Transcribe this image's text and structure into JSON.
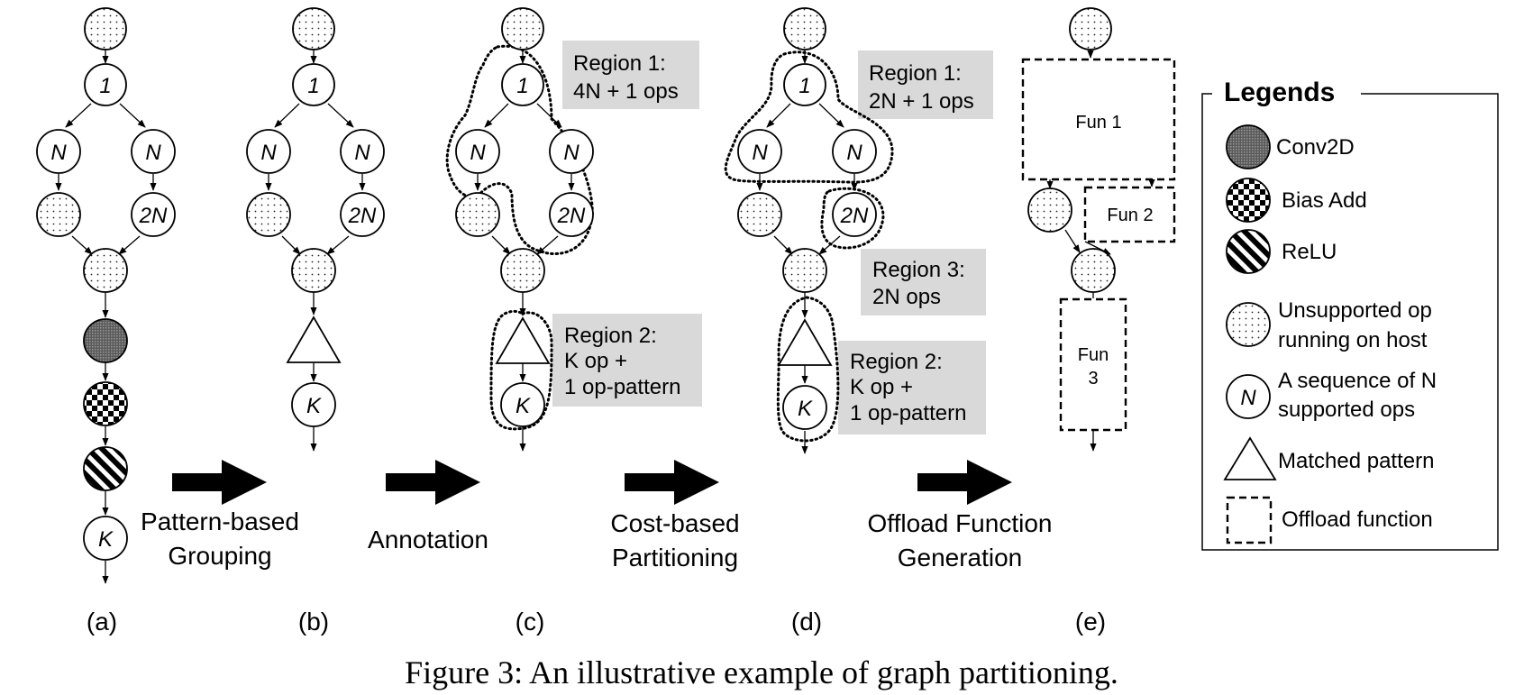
{
  "figure": {
    "caption": "Figure 3: An illustrative example of graph partitioning."
  },
  "nodes": {
    "one": "1",
    "n": "N",
    "two_n": "2N",
    "k": "K"
  },
  "steps": {
    "grouping_l1": "Pattern-based",
    "grouping_l2": "Grouping",
    "annotation": "Annotation",
    "partitioning_l1": "Cost-based",
    "partitioning_l2": "Partitioning",
    "generation_l1": "Offload Function",
    "generation_l2": "Generation"
  },
  "panels": {
    "a": "(a)",
    "b": "(b)",
    "c": "(c)",
    "d": "(d)",
    "e": "(e)"
  },
  "panel_c": {
    "region1_title": "Region 1:",
    "region1_ops": "4N + 1 ops",
    "region2_title": "Region 2:",
    "region2_line1": "K op +",
    "region2_line2": "1 op-pattern"
  },
  "panel_d": {
    "region1_title": "Region 1:",
    "region1_ops": "2N + 1 ops",
    "region3_title": "Region 3:",
    "region3_ops": "2N ops",
    "region2_title": "Region 2:",
    "region2_line1": "K op +",
    "region2_line2": "1 op-pattern"
  },
  "panel_e": {
    "fun1": "Fun 1",
    "fun2": "Fun 2",
    "fun3_l1": "Fun",
    "fun3_l2": "3"
  },
  "legend": {
    "title": "Legends",
    "conv2d": "Conv2D",
    "bias_add": "Bias Add",
    "relu": "ReLU",
    "unsupported_l1": "Unsupported op",
    "unsupported_l2": "running on host",
    "sequence_l1": "A sequence of N",
    "sequence_l2": "supported ops",
    "matched_pattern": "Matched pattern",
    "offload_function": "Offload function"
  }
}
